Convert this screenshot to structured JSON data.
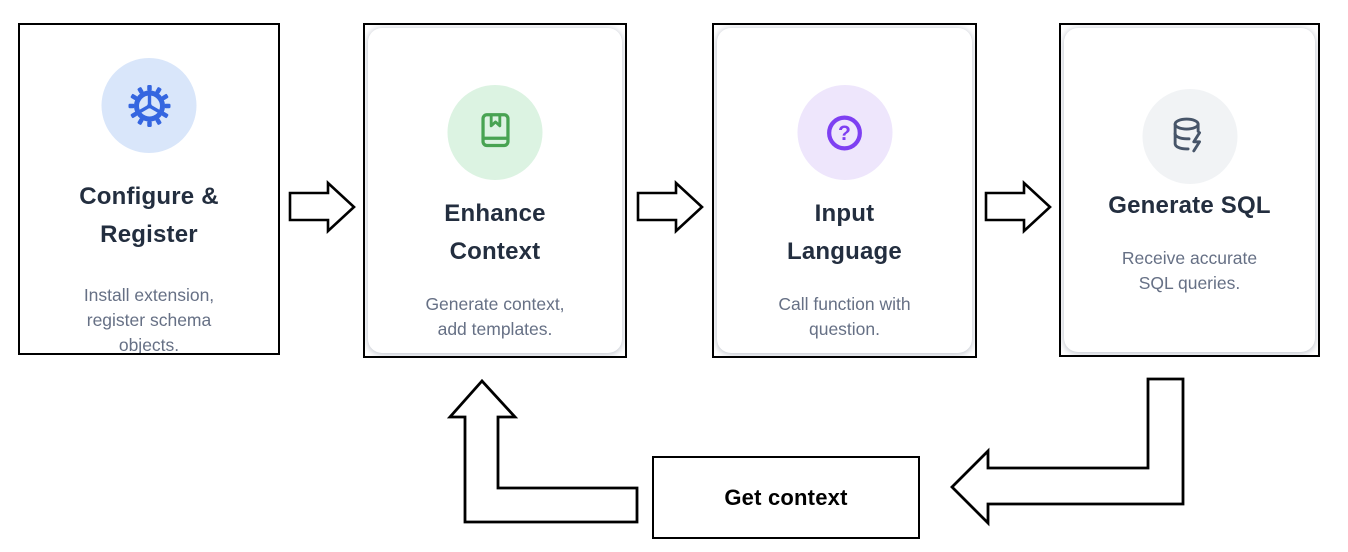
{
  "steps": [
    {
      "title_lines": [
        "Configure &",
        "Register"
      ],
      "description_lines": [
        "Install extension,",
        "register schema",
        "objects."
      ],
      "icon": "gear-icon",
      "icon_color": "#3566e0",
      "icon_bg": "#d9e6fa"
    },
    {
      "title_lines": [
        "Enhance",
        "Context"
      ],
      "description_lines": [
        "Generate context,",
        "add templates."
      ],
      "icon": "book-bookmark-icon",
      "icon_color": "#48a352",
      "icon_bg": "#dcf3e2"
    },
    {
      "title_lines": [
        "Input",
        "Language"
      ],
      "description_lines": [
        "Call function with",
        "question."
      ],
      "icon": "question-circle-icon",
      "icon_color": "#7e3ff2",
      "icon_bg": "#eee6fc"
    },
    {
      "title_lines": [
        "Generate SQL"
      ],
      "description_lines": [
        "Receive accurate",
        "SQL queries."
      ],
      "icon": "database-lightning-icon",
      "icon_color": "#475569",
      "icon_bg": "#f1f3f5"
    }
  ],
  "loop": {
    "label": "Get context"
  },
  "colors": {
    "card_border": "#000000",
    "arrow_stroke": "#000000",
    "arrow_fill": "#ffffff",
    "title_text": "#232e3f",
    "description_text": "#667085"
  }
}
